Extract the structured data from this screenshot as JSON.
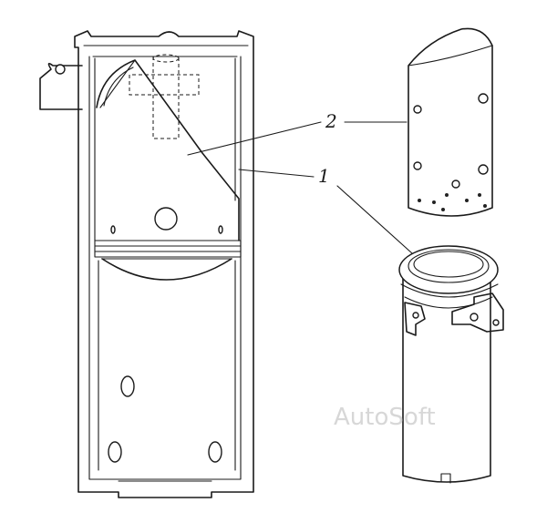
{
  "callouts": [
    {
      "id": "1",
      "label": "1"
    },
    {
      "id": "2",
      "label": "2"
    }
  ],
  "watermark": "AutoSoft",
  "colors": {
    "line": "#1a1a1a",
    "background": "#ffffff",
    "watermark": "#d7d7d7"
  }
}
